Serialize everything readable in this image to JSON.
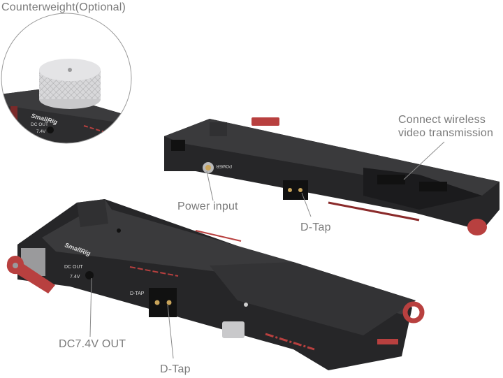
{
  "image": {
    "description": "SmallRig camera power plate product photo with callouts",
    "brand": "SmallRig",
    "colors": {
      "background": "#ffffff",
      "body": "#2b2b2d",
      "body_top": "#3a3a3c",
      "accent_red": "#b8403f",
      "label_text": "#7a7a7a",
      "counterweight": "#d9d9db"
    }
  },
  "callouts": {
    "counterweight": "Counterweight(Optional)",
    "wireless": "Connect wireless video transmission",
    "power_input": "Power input",
    "dtap_top": "D-Tap",
    "dc_out": "DC7.4V OUT",
    "dtap_bottom": "D-Tap"
  },
  "product_markings": {
    "logo": "SmallRig",
    "dc_out": "DC OUT",
    "voltage": "7.4V",
    "dtap": "D-TAP",
    "power": "POWER"
  }
}
